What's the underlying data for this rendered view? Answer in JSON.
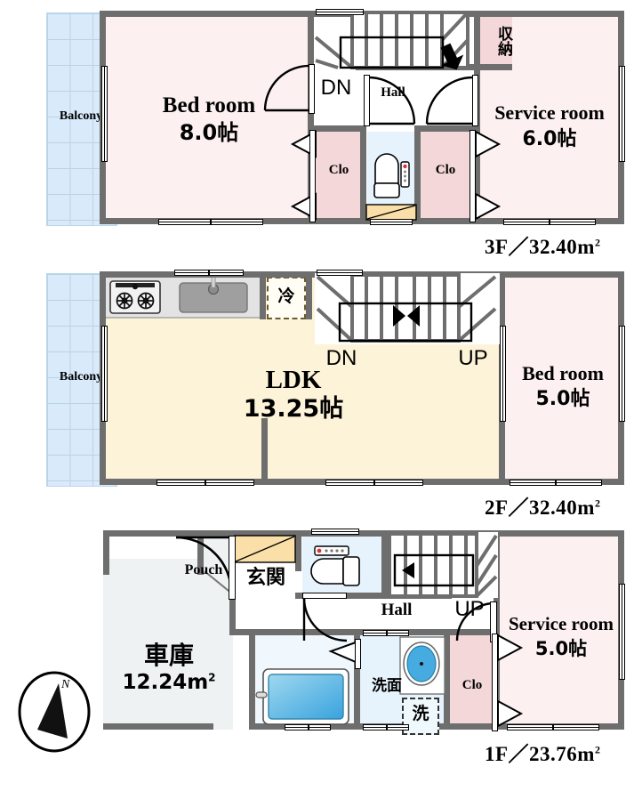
{
  "document": {
    "type": "residential-floor-plan",
    "compass": {
      "label": "N",
      "name": "north-arrow"
    }
  },
  "floors": [
    {
      "id": "3F",
      "tag": "3F／32.40m",
      "tag_sup": "2",
      "area": "32.40m2",
      "rooms": [
        {
          "name": "balcony",
          "label": "Balcony"
        },
        {
          "name": "bed-room",
          "label": "Bed room",
          "size": "8.0帖"
        },
        {
          "name": "closet-left",
          "label": "Clo"
        },
        {
          "name": "closet-right",
          "label": "Clo"
        },
        {
          "name": "hall",
          "label": "Hall"
        },
        {
          "name": "stairs-down",
          "label": "DN"
        },
        {
          "name": "storage",
          "label": "収納"
        },
        {
          "name": "service-room",
          "label": "Service room",
          "size": "6.0帖"
        }
      ]
    },
    {
      "id": "2F",
      "tag": "2F／32.40m",
      "tag_sup": "2",
      "area": "32.40m2",
      "rooms": [
        {
          "name": "balcony",
          "label": "Balcony"
        },
        {
          "name": "ldk",
          "label": "LDK",
          "size": "13.25帖"
        },
        {
          "name": "refrigerator",
          "label": "冷"
        },
        {
          "name": "stairs-down",
          "label": "DN"
        },
        {
          "name": "stairs-up",
          "label": "UP"
        },
        {
          "name": "bed-room",
          "label": "Bed room",
          "size": "5.0帖"
        }
      ]
    },
    {
      "id": "1F",
      "tag": "1F／23.76m",
      "tag_sup": "2",
      "area": "23.76m2",
      "rooms": [
        {
          "name": "garage",
          "label": "車庫",
          "size": "12.24m",
          "size_sup": "2"
        },
        {
          "name": "pouch",
          "label": "Pouch"
        },
        {
          "name": "entrance",
          "label": "玄関"
        },
        {
          "name": "hall",
          "label": "Hall"
        },
        {
          "name": "stairs-up",
          "label": "UP"
        },
        {
          "name": "washroom",
          "label": "洗面"
        },
        {
          "name": "washer-space",
          "label": "洗"
        },
        {
          "name": "closet",
          "label": "Clo"
        },
        {
          "name": "service-room",
          "label": "Service room",
          "size": "5.0帖"
        }
      ]
    }
  ],
  "colors": {
    "wall": "#6e6e6e",
    "bedroom_fill": "#fcf0f0",
    "closet_fill": "#f4d7d9",
    "ldk_fill": "#fdf3d9",
    "balcony_fill": "#d9eafa",
    "water_fill": "#e6f2fc",
    "garage_fill": "#eef2f3",
    "tatami_text": "#000000"
  }
}
